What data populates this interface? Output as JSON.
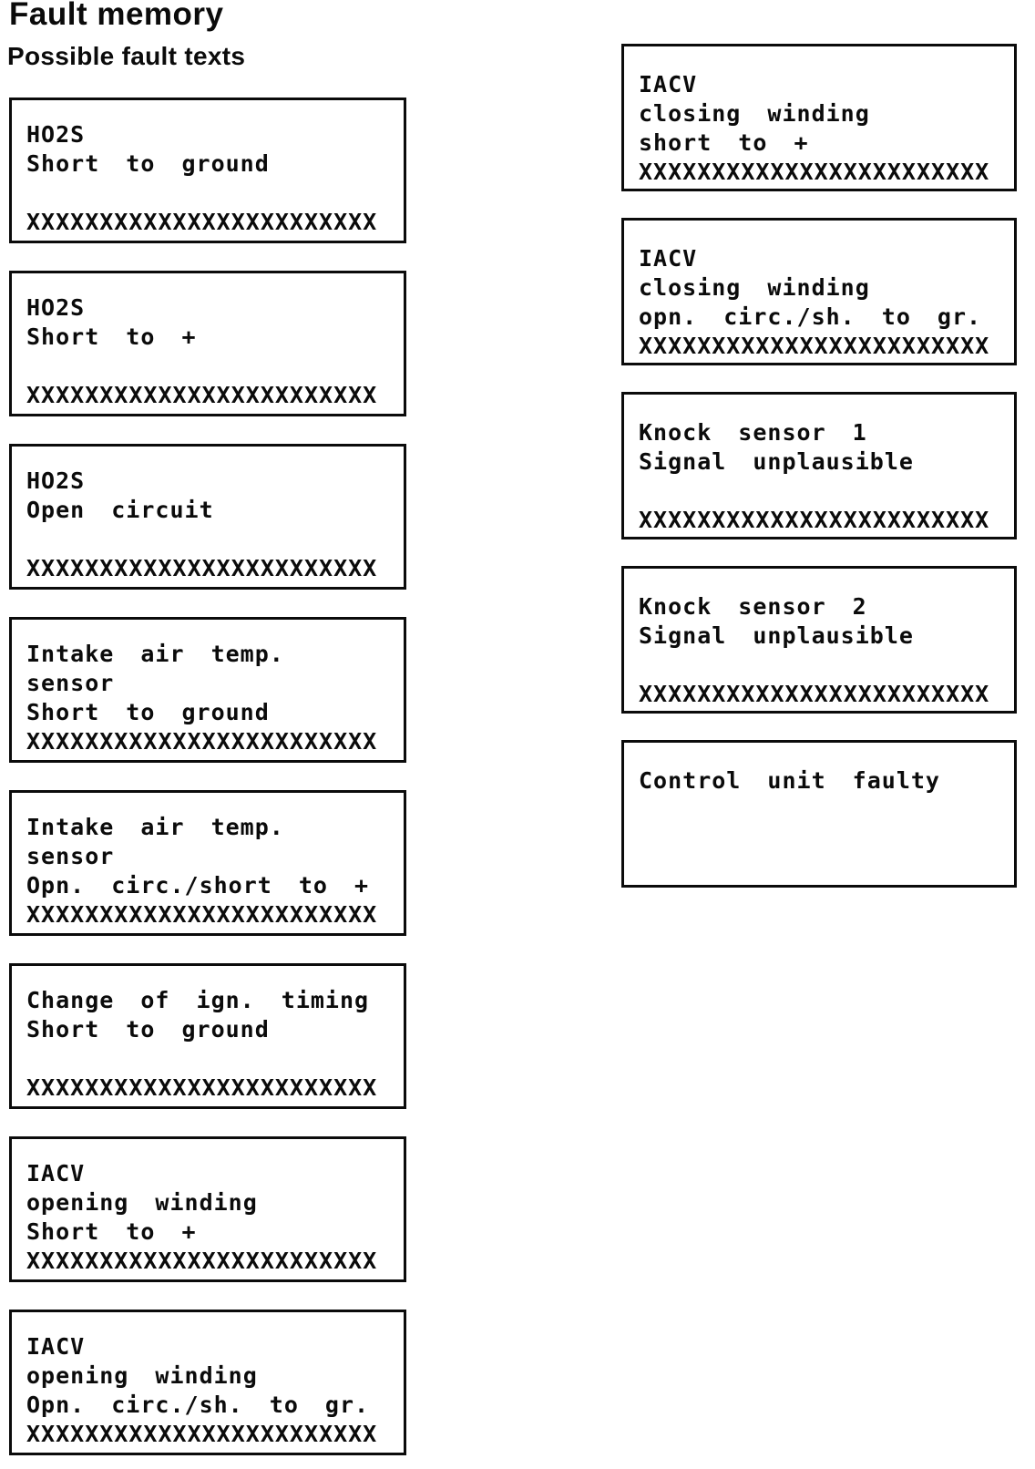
{
  "page": {
    "title": "Fault memory",
    "subtitle": "Possible fault texts"
  },
  "colors": {
    "ink": "#0b0b0b",
    "paper": "#ffffff"
  },
  "fault_boxes": {
    "left": [
      {
        "lines": [
          "HO2S",
          "Short to ground",
          "",
          "XXXXXXXXXXXXXXXXXXXXXXXX"
        ]
      },
      {
        "lines": [
          "HO2S",
          "Short to +",
          "",
          "XXXXXXXXXXXXXXXXXXXXXXXX"
        ]
      },
      {
        "lines": [
          "HO2S",
          "Open circuit",
          "",
          "XXXXXXXXXXXXXXXXXXXXXXXX"
        ]
      },
      {
        "lines": [
          "Intake air temp.",
          "sensor",
          "Short to ground",
          "XXXXXXXXXXXXXXXXXXXXXXXX"
        ]
      },
      {
        "lines": [
          "Intake air temp.",
          "sensor",
          "Opn. circ./short to +",
          "XXXXXXXXXXXXXXXXXXXXXXXX"
        ]
      },
      {
        "lines": [
          "Change of ign. timing",
          "Short to ground",
          "",
          "XXXXXXXXXXXXXXXXXXXXXXXX"
        ]
      },
      {
        "lines": [
          "IACV",
          "opening winding",
          "Short to +",
          "XXXXXXXXXXXXXXXXXXXXXXXX"
        ]
      },
      {
        "lines": [
          "IACV",
          "opening winding",
          "Opn. circ./sh. to gr.",
          "XXXXXXXXXXXXXXXXXXXXXXXX"
        ]
      }
    ],
    "right": [
      {
        "lines": [
          "IACV",
          "closing winding",
          "short to +",
          "XXXXXXXXXXXXXXXXXXXXXXXX"
        ]
      },
      {
        "lines": [
          "IACV",
          "closing winding",
          "opn. circ./sh. to gr.",
          "XXXXXXXXXXXXXXXXXXXXXXXX"
        ]
      },
      {
        "lines": [
          "Knock sensor 1",
          "Signal unplausible",
          "",
          "XXXXXXXXXXXXXXXXXXXXXXXX"
        ]
      },
      {
        "lines": [
          "Knock sensor 2",
          "Signal unplausible",
          "",
          "XXXXXXXXXXXXXXXXXXXXXXXX"
        ]
      },
      {
        "lines": [
          "Control unit faulty",
          "",
          "",
          ""
        ]
      }
    ]
  }
}
